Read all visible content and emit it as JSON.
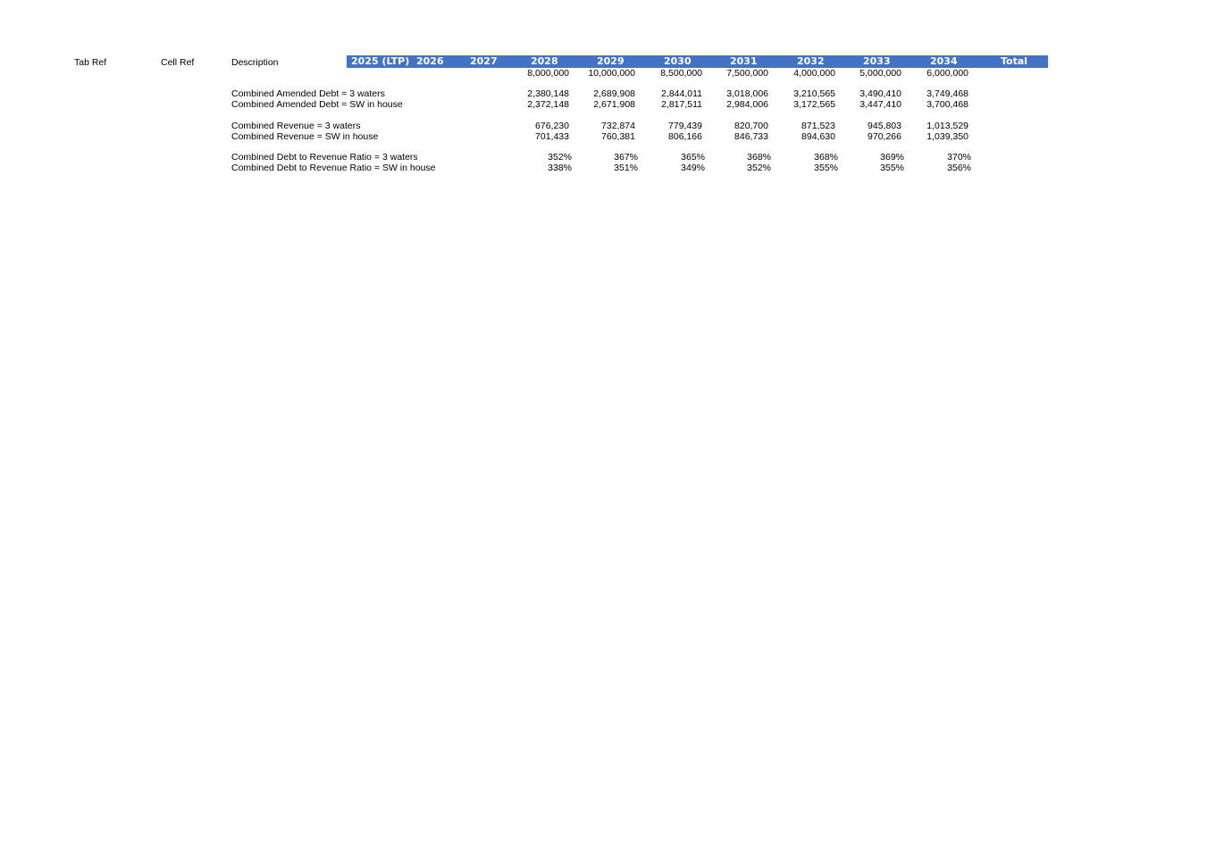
{
  "headers": {
    "tab_ref": "Tab Ref",
    "cell_ref": "Cell Ref",
    "description": "Description"
  },
  "years": [
    "2025 (LTP)",
    "2026",
    "2027",
    "2028",
    "2029",
    "2030",
    "2031",
    "2032",
    "2033",
    "2034",
    "Total"
  ],
  "header_color": "#4472c4",
  "rows": [
    {
      "label": "",
      "values": [
        "8,000,000",
        "10,000,000",
        "8,500,000",
        "7,500,000",
        "4,000,000",
        "5,000,000",
        "6,000,000"
      ],
      "pct": false
    },
    {
      "label": "Combined Amended Debt = 3 waters",
      "values": [
        "2,380,148",
        "2,689,908",
        "2,844,011",
        "3,018,006",
        "3,210,565",
        "3,490,410",
        "3,749,468"
      ],
      "pct": false
    },
    {
      "label": "Combined Amended Debt = SW in house",
      "values": [
        "2,372,148",
        "2,671,908",
        "2,817,511",
        "2,984,006",
        "3,172,565",
        "3,447,410",
        "3,700,468"
      ],
      "pct": false
    },
    {
      "label": "Combined Revenue = 3 waters",
      "values": [
        "676,230",
        "732,874",
        "779,439",
        "820,700",
        "871,523",
        "945,803",
        "1,013,529"
      ],
      "pct": false
    },
    {
      "label": "Combined Revenue = SW in house",
      "values": [
        "701,433",
        "760,381",
        "806,166",
        "846,733",
        "894,630",
        "970,266",
        "1,039,350"
      ],
      "pct": false
    },
    {
      "label": "Combined Debt to Revenue Ratio = 3 waters",
      "values": [
        "352%",
        "367%",
        "365%",
        "368%",
        "368%",
        "369%",
        "370%"
      ],
      "pct": true
    },
    {
      "label": "Combined Debt to Revenue Ratio = SW in house",
      "values": [
        "338%",
        "351%",
        "349%",
        "352%",
        "355%",
        "355%",
        "356%"
      ],
      "pct": true
    }
  ]
}
